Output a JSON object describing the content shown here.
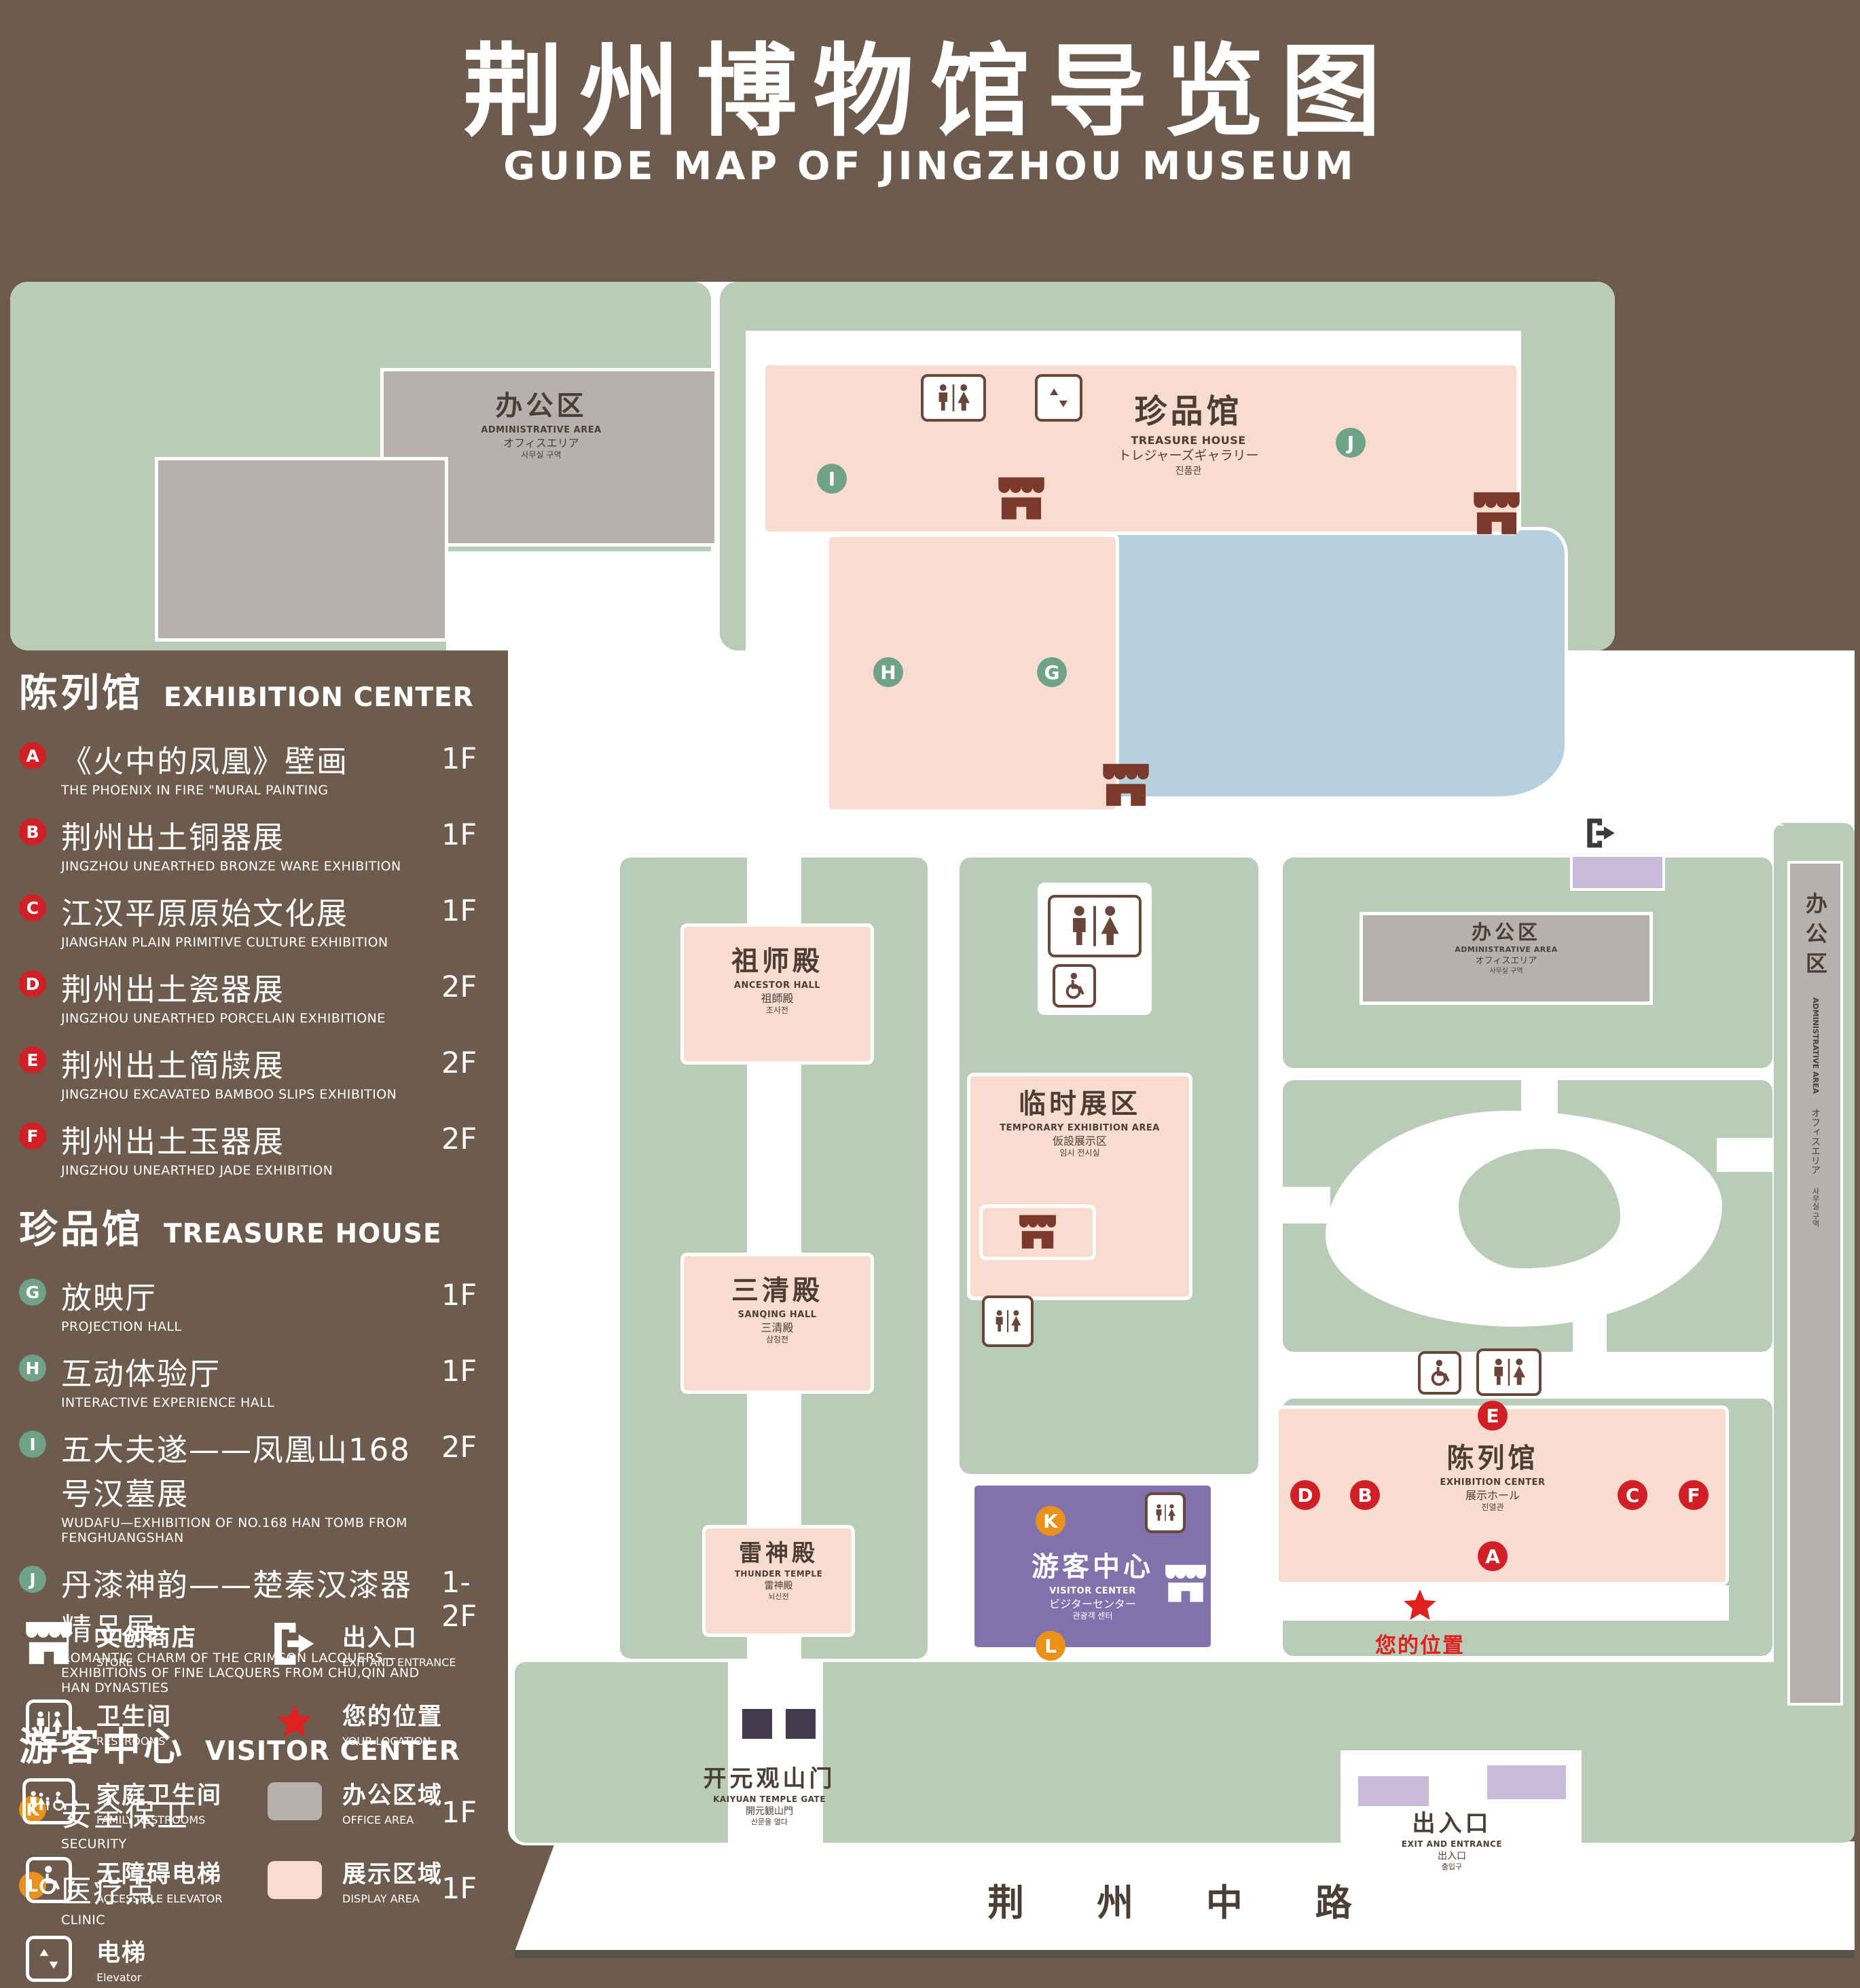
{
  "title": {
    "zh": "荆州博物馆导览图",
    "en": "GUIDE MAP OF JINGZHOU MUSEUM"
  },
  "palette": {
    "background": "#6d5b4e",
    "lawn": "#b9ccb8",
    "display_area": "#f8dcd0",
    "office_area": "#b6b1ad",
    "pond": "#b6d1dd",
    "visitor_center": "#8172ae",
    "entrance": "#cabad9",
    "marker_red": "#d21f26",
    "marker_green": "#6fa287",
    "marker_orange": "#ea9119",
    "label_brown": "#4c3e35",
    "location_red": "#e01f1f"
  },
  "legend": {
    "sections": [
      {
        "zh": "陈列馆",
        "en": "EXHIBITION CENTER",
        "items": [
          {
            "key": "A",
            "zh": "《火中的凤凰》壁画",
            "en": "THE PHOENIX IN FIRE \"MURAL PAINTING",
            "floor": "1F"
          },
          {
            "key": "B",
            "zh": "荆州出土铜器展",
            "en": "JINGZHOU UNEARTHED BRONZE WARE EXHIBITION",
            "floor": "1F"
          },
          {
            "key": "C",
            "zh": "江汉平原原始文化展",
            "en": "JIANGHAN PLAIN PRIMITIVE CULTURE EXHIBITION",
            "floor": "1F"
          },
          {
            "key": "D",
            "zh": "荆州出土瓷器展",
            "en": "JINGZHOU UNEARTHED PORCELAIN EXHIBITIONE",
            "floor": "2F"
          },
          {
            "key": "E",
            "zh": "荆州出土简牍展",
            "en": "JINGZHOU EXCAVATED BAMBOO SLIPS EXHIBITION",
            "floor": "2F"
          },
          {
            "key": "F",
            "zh": "荆州出土玉器展",
            "en": "JINGZHOU UNEARTHED JADE EXHIBITION",
            "floor": "2F"
          }
        ]
      },
      {
        "zh": "珍品馆",
        "en": "TREASURE HOUSE",
        "items": [
          {
            "key": "G",
            "zh": "放映厅",
            "en": "PROJECTION HALL",
            "floor": "1F"
          },
          {
            "key": "H",
            "zh": "互动体验厅",
            "en": "INTERACTIVE EXPERIENCE HALL",
            "floor": "1F"
          },
          {
            "key": "I",
            "zh": "五大夫遂——凤凰山168号汉墓展",
            "en": "WUDAFU—EXHIBITION OF NO.168 HAN TOMB FROM FENGHUANGSHAN",
            "floor": "2F"
          },
          {
            "key": "J",
            "zh": "丹漆神韵——楚秦汉漆器精品展",
            "en": "ROMANTIC CHARM OF THE CRIMSON LACQUERS—EXHIBITIONS OF FINE LACQUERS FROM CHU,QIN AND HAN DYNASTIES",
            "floor": "1-2F"
          }
        ]
      },
      {
        "zh": "游客中心",
        "en": "VISITOR CENTER",
        "items": [
          {
            "key": "K",
            "zh": "安全保卫",
            "en": "SECURITY",
            "floor": "1F"
          },
          {
            "key": "L",
            "zh": "医疗点",
            "en": "CLINIC",
            "floor": "1F"
          }
        ]
      }
    ],
    "symbols": [
      {
        "zh": "文创商店",
        "en": "STORE"
      },
      {
        "zh": "出入口",
        "en": "EXIT AND ENTRANCE"
      },
      {
        "zh": "卫生间",
        "en": "RESTROOMS"
      },
      {
        "zh": "您的位置",
        "en": "YOUR LOCATION"
      },
      {
        "zh": "家庭卫生间",
        "en": "FAMILY RESTROOMS"
      },
      {
        "zh": "办公区域",
        "en": "OFFICE AREA"
      },
      {
        "zh": "无障碍电梯",
        "en": "ACCESSIBLE ELEVATOR"
      },
      {
        "zh": "展示区域",
        "en": "DISPLAY AREA"
      },
      {
        "zh": "电梯",
        "en": "Elevator"
      }
    ]
  },
  "map": {
    "buildings": {
      "admin": {
        "zh": "办公区",
        "en": "ADMINISTRATIVE AREA",
        "ja": "オフィスエリア",
        "ko": "사무실 구역"
      },
      "treasure": {
        "zh": "珍品馆",
        "en": "TREASURE HOUSE",
        "ja": "トレジャーズギャラリー",
        "ko": "진품관"
      },
      "ancestor": {
        "zh": "祖师殿",
        "en": "ANCESTOR HALL",
        "ja": "祖師殿",
        "ko": "조사전"
      },
      "temporary": {
        "zh": "临时展区",
        "en": "TEMPORARY EXHIBITION AREA",
        "ja": "仮設展示区",
        "ko": "임시 전시실"
      },
      "sanqing": {
        "zh": "三清殿",
        "en": "SANQING HALL",
        "ja": "三清殿",
        "ko": "삼청전"
      },
      "thunder": {
        "zh": "雷神殿",
        "en": "THUNDER TEMPLE",
        "ja": "雷神殿",
        "ko": "뇌신전"
      },
      "visitor": {
        "zh": "游客中心",
        "en": "VISITOR CENTER",
        "ja": "ビジターセンター",
        "ko": "관광객 센터"
      },
      "exhibition": {
        "zh": "陈列馆",
        "en": "EXHIBITION CENTER",
        "ja": "展示ホール",
        "ko": "진열관"
      },
      "gate": {
        "zh": "开元观山门",
        "en": "KAIYUAN TEMPLE GATE",
        "ja": "開元観山門",
        "ko": "산문을 열다"
      },
      "exit": {
        "zh": "出入口",
        "en": "EXIT AND ENTRANCE",
        "ja": "出入口",
        "ko": "출입구"
      }
    },
    "road": "荆 州 中 路",
    "your_location": "您的位置",
    "markers": {
      "A": "A",
      "B": "B",
      "C": "C",
      "D": "D",
      "E": "E",
      "F": "F",
      "G": "G",
      "H": "H",
      "I": "I",
      "J": "J",
      "K": "K",
      "L": "L"
    }
  }
}
